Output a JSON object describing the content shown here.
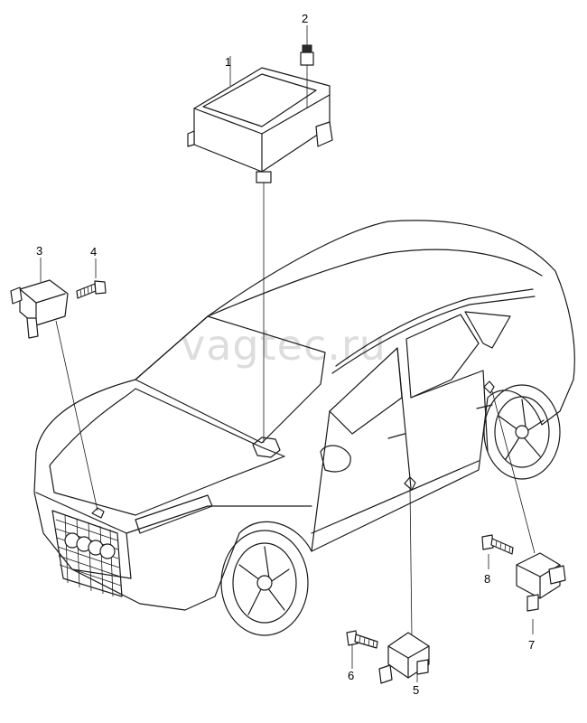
{
  "watermark": "vagtec.ru",
  "callouts": [
    "1",
    "2",
    "3",
    "4",
    "5",
    "6",
    "7",
    "8"
  ]
}
